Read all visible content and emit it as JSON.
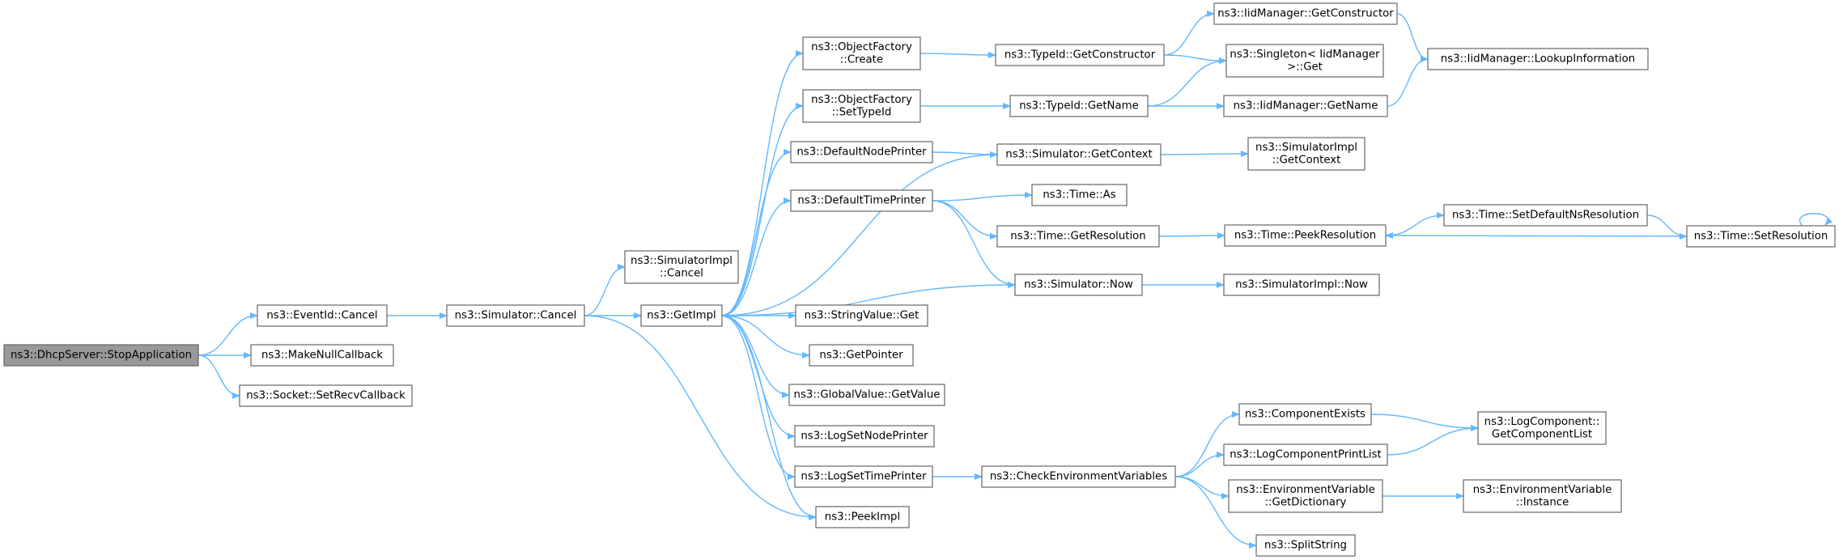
{
  "colors": {
    "edge": "#63b8ff",
    "node_fill": "#ffffff",
    "node_border": "#666666",
    "focus_fill": "#999999",
    "text": "#000000"
  },
  "graph": {
    "nodes": [
      {
        "id": "stopapp",
        "lines": [
          "ns3::DhcpServer::StopApplication"
        ],
        "focus": true
      },
      {
        "id": "eventid_cancel",
        "lines": [
          "ns3::EventId::Cancel"
        ]
      },
      {
        "id": "makenull",
        "lines": [
          "ns3::MakeNullCallback"
        ]
      },
      {
        "id": "setrecv",
        "lines": [
          "ns3::Socket::SetRecvCallback"
        ]
      },
      {
        "id": "sim_cancel",
        "lines": [
          "ns3::Simulator::Cancel"
        ]
      },
      {
        "id": "simimpl_cancel",
        "lines": [
          "ns3::SimulatorImpl",
          "::Cancel"
        ]
      },
      {
        "id": "getimpl",
        "lines": [
          "ns3::GetImpl"
        ]
      },
      {
        "id": "of_create",
        "lines": [
          "ns3::ObjectFactory",
          "::Create"
        ]
      },
      {
        "id": "of_settypeid",
        "lines": [
          "ns3::ObjectFactory",
          "::SetTypeId"
        ]
      },
      {
        "id": "defnodeprinter",
        "lines": [
          "ns3::DefaultNodePrinter"
        ]
      },
      {
        "id": "deftimeprinter",
        "lines": [
          "ns3::DefaultTimePrinter"
        ]
      },
      {
        "id": "stringvalue_get",
        "lines": [
          "ns3::StringValue::Get"
        ]
      },
      {
        "id": "getpointer",
        "lines": [
          "ns3::GetPointer"
        ]
      },
      {
        "id": "globalvalue_get",
        "lines": [
          "ns3::GlobalValue::GetValue"
        ]
      },
      {
        "id": "logsetnode",
        "lines": [
          "ns3::LogSetNodePrinter"
        ]
      },
      {
        "id": "logsettime",
        "lines": [
          "ns3::LogSetTimePrinter"
        ]
      },
      {
        "id": "peekimpl",
        "lines": [
          "ns3::PeekImpl"
        ]
      },
      {
        "id": "typeid_getctor",
        "lines": [
          "ns3::TypeId::GetConstructor"
        ]
      },
      {
        "id": "typeid_getname",
        "lines": [
          "ns3::TypeId::GetName"
        ]
      },
      {
        "id": "sim_getcontext",
        "lines": [
          "ns3::Simulator::GetContext"
        ]
      },
      {
        "id": "time_as",
        "lines": [
          "ns3::Time::As"
        ]
      },
      {
        "id": "time_getres",
        "lines": [
          "ns3::Time::GetResolution"
        ]
      },
      {
        "id": "sim_now",
        "lines": [
          "ns3::Simulator::Now"
        ]
      },
      {
        "id": "checkenv",
        "lines": [
          "ns3::CheckEnvironmentVariables"
        ]
      },
      {
        "id": "iid_getctor",
        "lines": [
          "ns3::IidManager::GetConstructor"
        ]
      },
      {
        "id": "singleton_get",
        "lines": [
          "ns3::Singleton< IidManager",
          ">::Get"
        ]
      },
      {
        "id": "iid_getname",
        "lines": [
          "ns3::IidManager::GetName"
        ]
      },
      {
        "id": "simimpl_getctx",
        "lines": [
          "ns3::SimulatorImpl",
          "::GetContext"
        ]
      },
      {
        "id": "time_peekres",
        "lines": [
          "ns3::Time::PeekResolution"
        ]
      },
      {
        "id": "simimpl_now",
        "lines": [
          "ns3::SimulatorImpl::Now"
        ]
      },
      {
        "id": "compexists",
        "lines": [
          "ns3::ComponentExists"
        ]
      },
      {
        "id": "logcompprint",
        "lines": [
          "ns3::LogComponentPrintList"
        ]
      },
      {
        "id": "envvar_getdict",
        "lines": [
          "ns3::EnvironmentVariable",
          "::GetDictionary"
        ]
      },
      {
        "id": "splitstring",
        "lines": [
          "ns3::SplitString"
        ]
      },
      {
        "id": "iid_lookup",
        "lines": [
          "ns3::IidManager::LookupInformation"
        ]
      },
      {
        "id": "time_setdefns",
        "lines": [
          "ns3::Time::SetDefaultNsResolution"
        ]
      },
      {
        "id": "time_setres",
        "lines": [
          "ns3::Time::SetResolution"
        ]
      },
      {
        "id": "logcomp_getlist",
        "lines": [
          "ns3::LogComponent::",
          "GetComponentList"
        ]
      },
      {
        "id": "envvar_instance",
        "lines": [
          "ns3::EnvironmentVariable",
          "::Instance"
        ]
      }
    ],
    "edges": [
      {
        "from": "stopapp",
        "to": "eventid_cancel"
      },
      {
        "from": "stopapp",
        "to": "makenull"
      },
      {
        "from": "stopapp",
        "to": "setrecv"
      },
      {
        "from": "eventid_cancel",
        "to": "sim_cancel"
      },
      {
        "from": "sim_cancel",
        "to": "simimpl_cancel"
      },
      {
        "from": "sim_cancel",
        "to": "getimpl"
      },
      {
        "from": "sim_cancel",
        "to": "peekimpl"
      },
      {
        "from": "getimpl",
        "to": "of_create"
      },
      {
        "from": "getimpl",
        "to": "of_settypeid"
      },
      {
        "from": "getimpl",
        "to": "defnodeprinter"
      },
      {
        "from": "getimpl",
        "to": "deftimeprinter"
      },
      {
        "from": "getimpl",
        "to": "stringvalue_get"
      },
      {
        "from": "getimpl",
        "to": "getpointer"
      },
      {
        "from": "getimpl",
        "to": "globalvalue_get"
      },
      {
        "from": "getimpl",
        "to": "logsetnode"
      },
      {
        "from": "getimpl",
        "to": "logsettime"
      },
      {
        "from": "getimpl",
        "to": "peekimpl"
      },
      {
        "from": "of_create",
        "to": "typeid_getctor"
      },
      {
        "from": "of_settypeid",
        "to": "typeid_getname"
      },
      {
        "from": "defnodeprinter",
        "to": "sim_getcontext"
      },
      {
        "from": "sim_getcontext",
        "to": "getimpl"
      },
      {
        "from": "sim_getcontext",
        "to": "simimpl_getctx"
      },
      {
        "from": "deftimeprinter",
        "to": "time_as"
      },
      {
        "from": "deftimeprinter",
        "to": "time_getres"
      },
      {
        "from": "deftimeprinter",
        "to": "sim_now"
      },
      {
        "from": "sim_now",
        "to": "getimpl"
      },
      {
        "from": "sim_now",
        "to": "simimpl_now"
      },
      {
        "from": "logsettime",
        "to": "checkenv"
      },
      {
        "from": "typeid_getctor",
        "to": "iid_getctor"
      },
      {
        "from": "typeid_getctor",
        "to": "singleton_get"
      },
      {
        "from": "typeid_getname",
        "to": "singleton_get"
      },
      {
        "from": "typeid_getname",
        "to": "iid_getname"
      },
      {
        "from": "iid_getctor",
        "to": "iid_lookup"
      },
      {
        "from": "iid_getname",
        "to": "iid_lookup"
      },
      {
        "from": "time_getres",
        "to": "time_peekres"
      },
      {
        "from": "time_peekres",
        "to": "time_setdefns"
      },
      {
        "from": "time_setdefns",
        "to": "time_setres"
      },
      {
        "from": "time_setres",
        "to": "time_peekres"
      },
      {
        "from": "time_setres",
        "to": "time_setres"
      },
      {
        "from": "checkenv",
        "to": "compexists"
      },
      {
        "from": "checkenv",
        "to": "logcompprint"
      },
      {
        "from": "checkenv",
        "to": "envvar_getdict"
      },
      {
        "from": "checkenv",
        "to": "splitstring"
      },
      {
        "from": "compexists",
        "to": "logcomp_getlist"
      },
      {
        "from": "logcompprint",
        "to": "logcomp_getlist"
      },
      {
        "from": "envvar_getdict",
        "to": "envvar_instance"
      }
    ]
  }
}
